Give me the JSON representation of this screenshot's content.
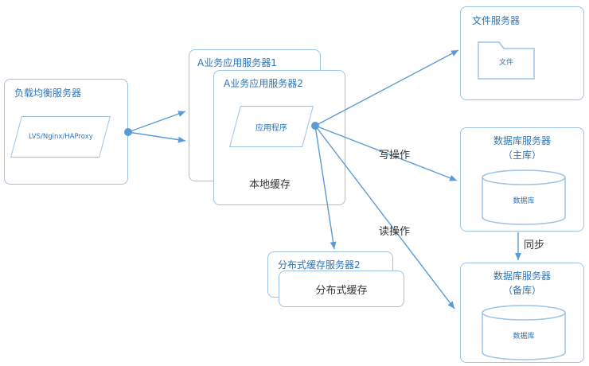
{
  "nodes": {
    "load_balancer": {
      "title": "负载均衡服务器",
      "component": "LVS/Nginx/HAProxy"
    },
    "app_server_back": {
      "title": "A业务应用服务器1"
    },
    "app_server_front": {
      "title": "A业务应用服务器2",
      "component": "应用程序",
      "local_cache_label": "本地缓存"
    },
    "file_server": {
      "title": "文件服务器",
      "component": "文件"
    },
    "db_primary": {
      "title": "数据库服务器",
      "subtitle": "（主库）",
      "component": "数据库"
    },
    "db_backup": {
      "title": "数据库服务器",
      "subtitle": "（备库）",
      "component": "数据库"
    },
    "distributed_cache": {
      "back_title": "分布式缓存服务器2",
      "front_label": "分布式缓存"
    }
  },
  "edge_labels": {
    "write": "写操作",
    "read": "读操作",
    "sync": "同步"
  },
  "colors": {
    "stroke": "#9DC3E6",
    "arrow": "#5B9BD5",
    "text_blue": "#2E74B5",
    "text_dark": "#333333"
  }
}
